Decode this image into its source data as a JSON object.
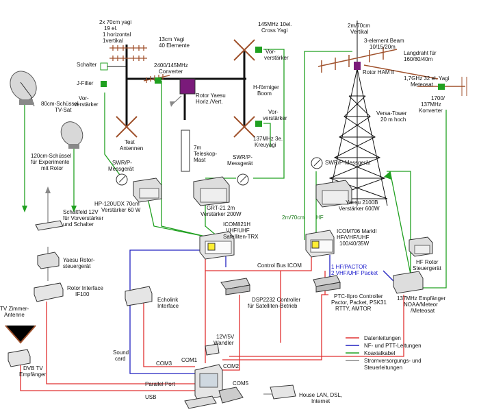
{
  "labels": {
    "yagi_2x70": [
      "2x 70cm yagi",
      "19 el.",
      "1 horizontal",
      "1vertikal"
    ],
    "yagi_13cm": [
      "13cm Yagi",
      "40 Elemente"
    ],
    "converter_2400": [
      "2400/145MHz",
      "Converter"
    ],
    "cross_yagi": [
      "145MHz 10el.",
      "Cross Yagi"
    ],
    "schalter": "Schalter",
    "jfilter": "J-Filter",
    "vorverstaerker_left": [
      "Vor-",
      "verstärker"
    ],
    "vorverstaerker_top": [
      "Vor-",
      "verstärker"
    ],
    "vorverstaerker_mid": [
      "Vor-",
      "verstärker"
    ],
    "rotor_yaesu": [
      "Rotor Yaesu",
      "Horiz./Vert."
    ],
    "h_boom": [
      "H-förmiger",
      "Boom"
    ],
    "kreuyagi": [
      "137MHz 3e.",
      "Kreuyagi"
    ],
    "test_antennen": [
      "Test",
      "Antennen"
    ],
    "teleskop": [
      "7m",
      "Teleskop-",
      "Mast"
    ],
    "sat80": [
      "80cm-Schüssel",
      "TV-Sat"
    ],
    "sat120": [
      "120cm-Schüssel",
      "für Experimente",
      "mit Rotor"
    ],
    "swr_left": [
      "SWR/P-",
      "Messgerät"
    ],
    "swr_mid": [
      "SWR/P-",
      "Messgerät"
    ],
    "swr_right": "SWR/P-Messgerät",
    "hp120": [
      "HP-120UDX 70cm",
      "Verstärker 60 W"
    ],
    "grt21": [
      "GRT-21 2m",
      "Verstärker 200W"
    ],
    "icom821": [
      "ICOM821H",
      "VHF/UHF",
      "Satelliten-TRX"
    ],
    "schaltfeld": [
      "Schaltfeld 12V",
      "für Vorverstärker",
      "und Schalter"
    ],
    "yaesu_rotor": [
      "Yaesu Rotor-",
      "steuergerät"
    ],
    "rotor_interface": [
      "Rotor Interface",
      "IF100"
    ],
    "echolink": [
      "Echolink",
      "Interface"
    ],
    "dsp2232": [
      "DSP2232 Controller",
      "für Satelliten-Betrieb"
    ],
    "control_bus": "Control Bus ICOM",
    "wandler": [
      "12V/5V",
      "Wandler"
    ],
    "tv_antenne": [
      "TV Zimmer-",
      "Antenne"
    ],
    "dvb": [
      "DVB TV",
      "Empfänger"
    ],
    "soundcard": [
      "Sound",
      "card"
    ],
    "com1": "COM1",
    "com2": "COM2",
    "com3": "COM3",
    "com5": "COM5",
    "parallel": "Parallel Port",
    "usb": "USB",
    "house_lan": [
      "House LAN, DSL,",
      "Internet"
    ],
    "beam_3el": [
      "2m/70cm",
      "Vertikal"
    ],
    "beam_3el2": [
      "3-element Beam",
      "10/15/20m"
    ],
    "langdraht": [
      "Langdraht für",
      "160/80/40m"
    ],
    "rotor_ham": "Rotor HAM II",
    "yagi_17ghz": [
      "1,7GHz 32 el. Yagi",
      "Meteosat"
    ],
    "conv_1700": [
      "1700/",
      "137MHz",
      "Konverter"
    ],
    "versa_tower": [
      "Versa-Tower",
      "20 m hoch"
    ],
    "yaesu2100": [
      "Yaesu 2100B",
      "Verstärker 600W"
    ],
    "mhz_2m70": "2m/70cm",
    "hf": "HF",
    "icom706": [
      "ICOM706 MarkII",
      "HF/VHF/UHF",
      "100/40/35W"
    ],
    "hf_packet": [
      "1 HF/PACTOR",
      "2 VHF/UHF Packet"
    ],
    "hf_rotor": [
      "HF Rotor",
      "Steuergerät"
    ],
    "ptc": [
      "PTC-IIpro Controller",
      "Pactor, Packet, PSK31",
      "RTTY, AMTOR"
    ],
    "emp137": [
      "137MHz Empfänger",
      "NOAA/Meteor",
      "/Meteosat"
    ]
  },
  "legend": [
    {
      "label": "Datenleitungen",
      "color": "#e03030"
    },
    {
      "label": "NF- und PTT-Leitungen",
      "color": "#2020c0"
    },
    {
      "label": "Koaxialkabel",
      "color": "#20a020"
    },
    {
      "label": "Stromversorgungs- und",
      "color": "#888888"
    },
    {
      "label": "Steuerleitungen",
      "color": null
    }
  ],
  "colors": {
    "data": "#e03030",
    "audio": "#2020c0",
    "coax": "#20a020",
    "power": "#888888",
    "antenna_x": "#a0522d"
  }
}
